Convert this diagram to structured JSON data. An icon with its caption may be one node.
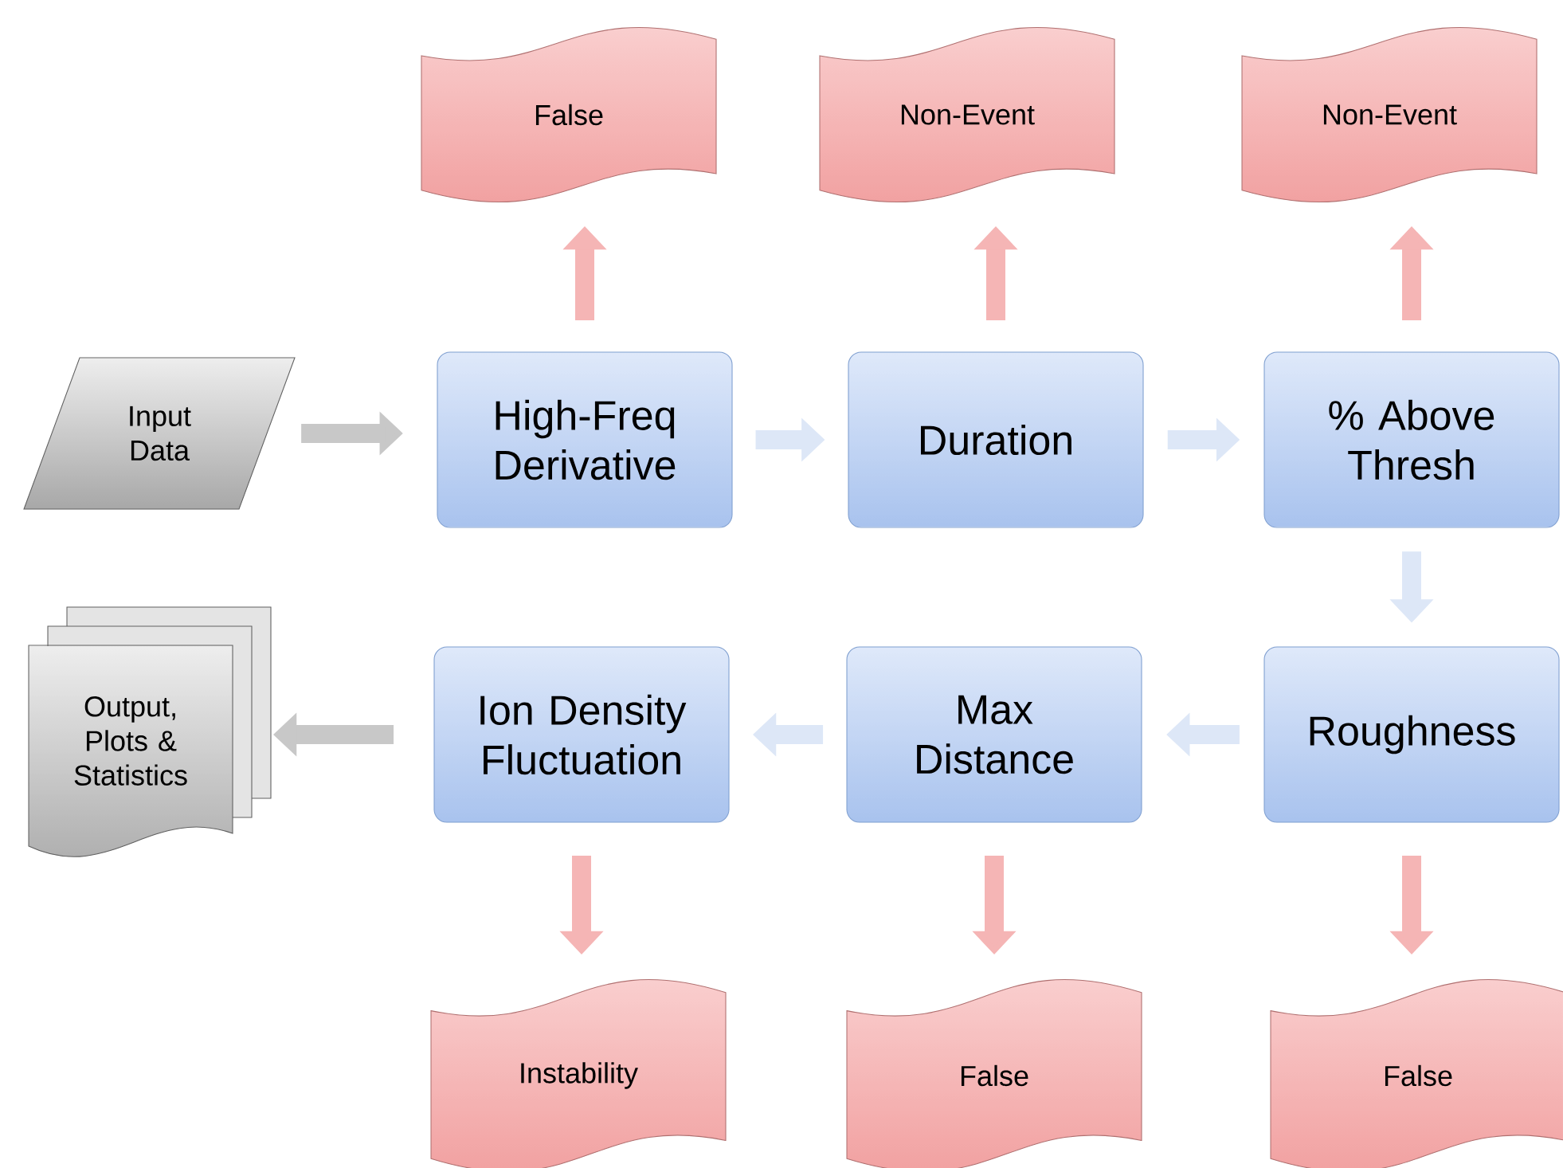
{
  "diagram": {
    "nodes": [
      {
        "text": [
          "False"
        ]
      },
      {
        "text": [
          "Non-Event"
        ]
      },
      {
        "text": [
          "Non-Event"
        ]
      },
      {
        "text": [
          "Input Data"
        ]
      },
      {
        "text": [
          "High-Freq Derivative"
        ]
      },
      {
        "text": [
          "Duration"
        ]
      },
      {
        "text": [
          "% Above Thresh"
        ]
      },
      {
        "text": [
          "Output, Plots & Statistics"
        ]
      },
      {
        "text": [
          "Ion Density Fluctuation"
        ]
      },
      {
        "text": [
          "Max Distance"
        ]
      },
      {
        "text": [
          "Roughness"
        ]
      },
      {
        "text": [
          "Instability"
        ]
      },
      {
        "text": [
          "False"
        ]
      },
      {
        "text": [
          "False"
        ]
      }
    ],
    "edges": [
      {
        "from": 3,
        "to": 4,
        "arrow": "to",
        "color": "#c8c8c8"
      },
      {
        "from": 4,
        "to": 5,
        "arrow": "to",
        "color": "#dde7f7"
      },
      {
        "from": 5,
        "to": 6,
        "arrow": "to",
        "color": "#dde7f7"
      },
      {
        "from": 6,
        "to": 10,
        "arrow": "to",
        "color": "#dde7f7"
      },
      {
        "from": 10,
        "to": 9,
        "arrow": "to",
        "color": "#dde7f7"
      },
      {
        "from": 9,
        "to": 8,
        "arrow": "to",
        "color": "#dde7f7"
      },
      {
        "from": 8,
        "to": 7,
        "arrow": "to",
        "color": "#c8c8c8"
      },
      {
        "from": 4,
        "to": 0,
        "arrow": "to",
        "color": "#f5b5b5"
      },
      {
        "from": 5,
        "to": 1,
        "arrow": "to",
        "color": "#f5b5b5"
      },
      {
        "from": 6,
        "to": 2,
        "arrow": "to",
        "color": "#f5b5b5"
      },
      {
        "from": 8,
        "to": 11,
        "arrow": "to",
        "color": "#f5b5b5"
      },
      {
        "from": 9,
        "to": 12,
        "arrow": "to",
        "color": "#f5b5b5"
      },
      {
        "from": 10,
        "to": 13,
        "arrow": "to",
        "color": "#f5b5b5"
      }
    ]
  }
}
